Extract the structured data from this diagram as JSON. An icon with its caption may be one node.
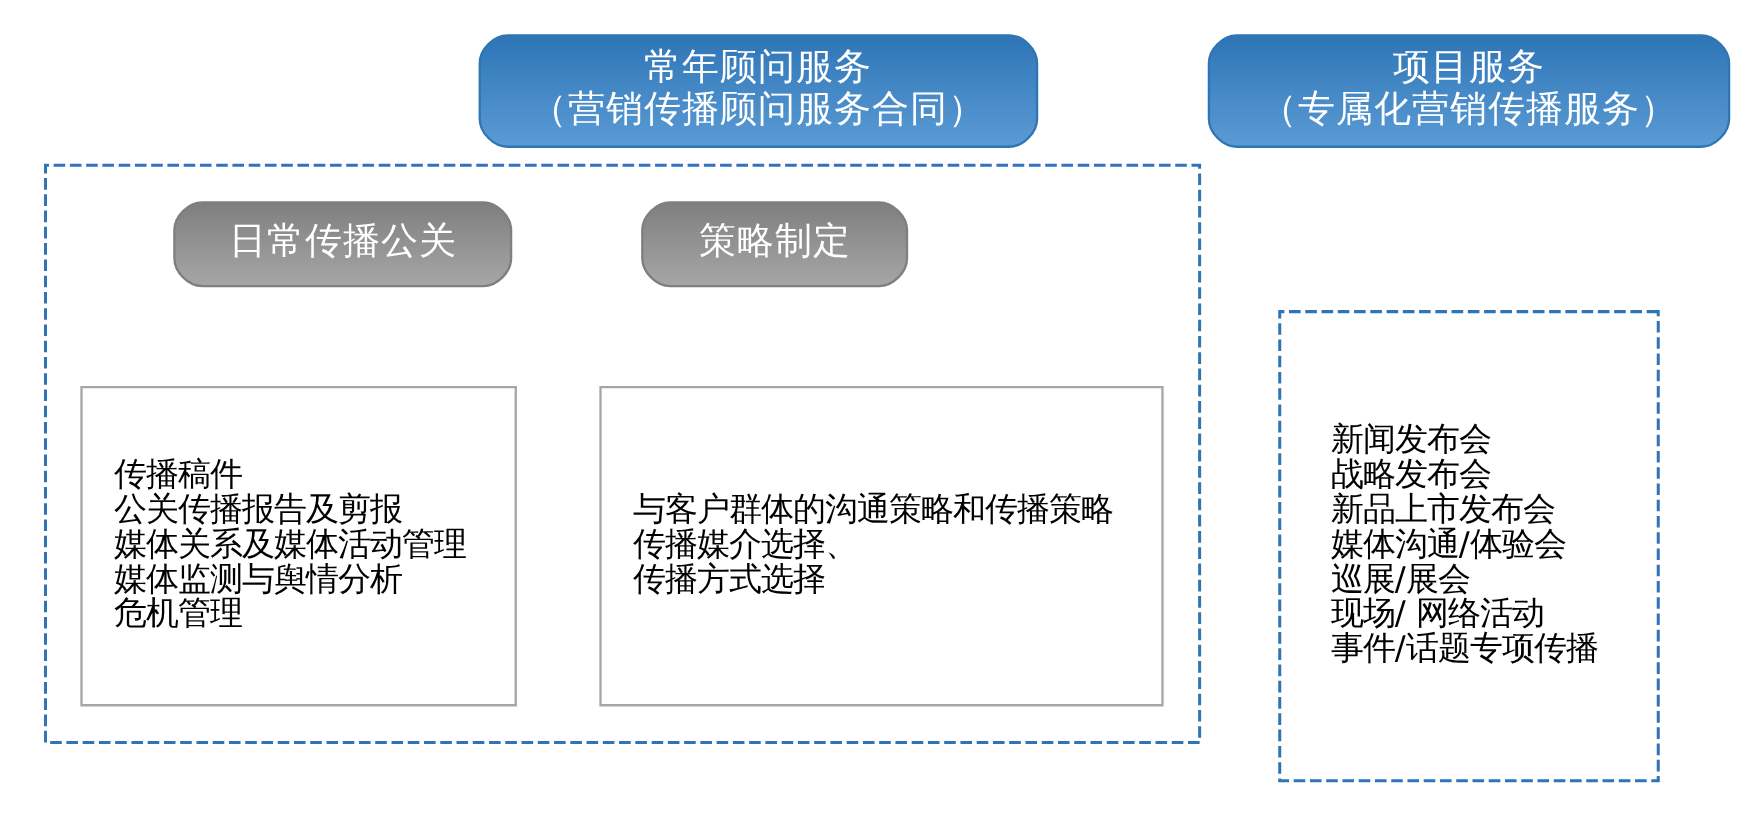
{
  "diagram": {
    "nodes": [
      {
        "text": [
          "常年顾问服务",
          "（营销传播顾问服务合同）"
        ]
      },
      {
        "text": [],
        "shape": "box"
      },
      {
        "text": [
          "策略制定"
        ],
        "in": 1
      },
      {
        "text": [
          "与客户群体的沟通策略和传播策略",
          "传播媒介选择、",
          "传播方式选择"
        ],
        "in": 1
      },
      {
        "text": [
          "日常传播公关"
        ],
        "in": 1
      },
      {
        "text": [
          "传播稿件",
          "公关传播报告及剪报",
          "媒体关系及媒体活动管理",
          "媒体监测与舆情分析",
          "危机管理"
        ],
        "in": 1
      },
      {
        "text": [
          "项目服务",
          "（专属化营销传播服务）"
        ]
      },
      {
        "text": [
          "新闻发布会",
          "战略发布会",
          "新品上市发布会",
          "媒体沟通/体验会",
          "巡展/展会",
          "现场/ 网络活动",
          "事件/话题专项传播"
        ]
      }
    ],
    "edges": []
  }
}
